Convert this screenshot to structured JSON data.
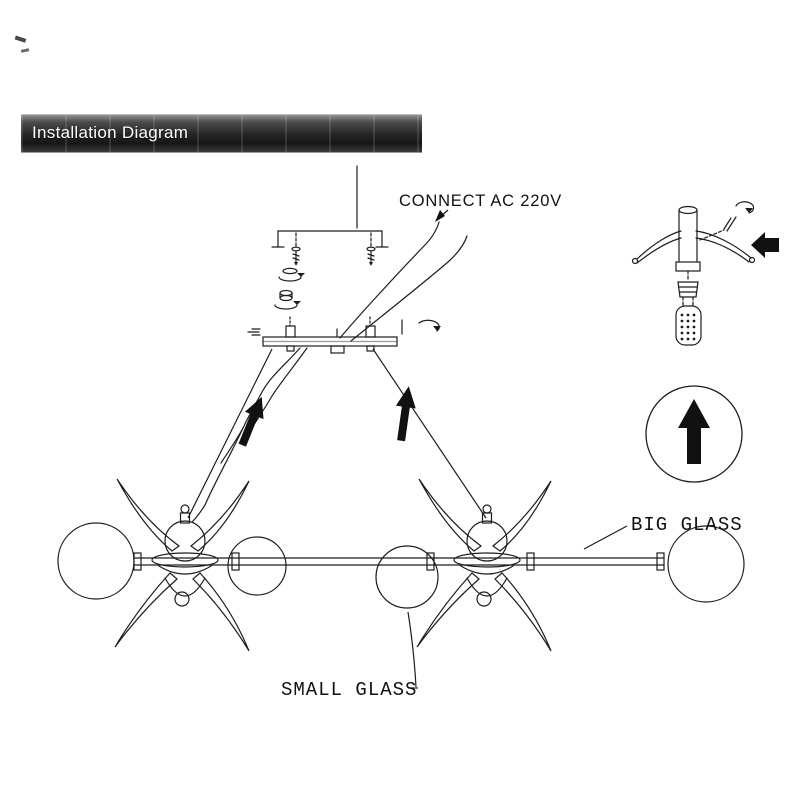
{
  "banner": {
    "title": "Installation Diagram"
  },
  "labels": {
    "connect": "CONNECT AC 220V",
    "big_glass": "BIG GLASS",
    "small_glass": "SMALL GLASS"
  },
  "colors": {
    "ink": "#1d1d1d",
    "paper": "#ffffff",
    "banner_dark": "#1f1f1f",
    "banner_light": "#9a9a9a",
    "banner_text": "#ffffff",
    "arrow_fill": "#111111"
  },
  "icons": {
    "install_arrow_left": "thick-up-arrow",
    "install_arrow_right": "thick-up-arrow",
    "insert_arrow": "thick-left-arrow",
    "lift_arrow": "thick-up-arrow-in-circle",
    "rotate_arrows": "curved-rotation-arrow"
  }
}
